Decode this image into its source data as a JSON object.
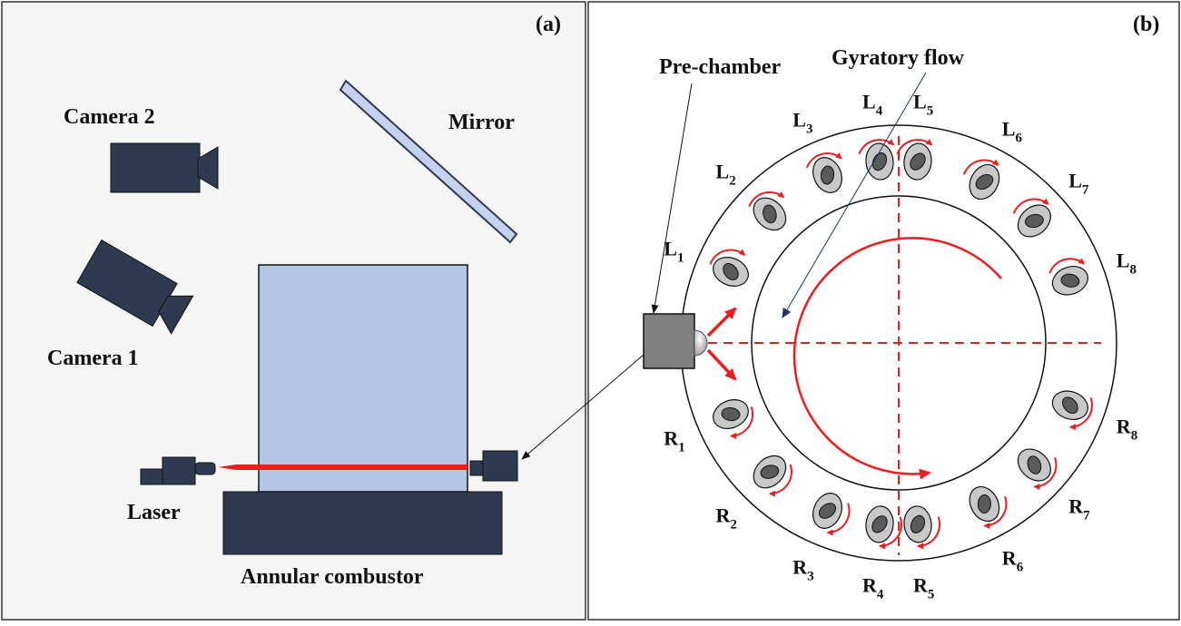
{
  "panel_a": {
    "tag": "(a)",
    "camera2_label": "Camera 2",
    "camera1_label": "Camera 1",
    "mirror_label": "Mirror",
    "laser_label": "Laser",
    "combustor_label": "Annular combustor"
  },
  "panel_b": {
    "tag": "(b)",
    "prechamber_label": "Pre-chamber",
    "flow_label": "Gyratory flow",
    "left_prefix": "L",
    "right_prefix": "R",
    "left_subs": [
      "1",
      "2",
      "3",
      "4",
      "5",
      "6",
      "7",
      "8"
    ],
    "right_subs": [
      "1",
      "2",
      "3",
      "4",
      "5",
      "6",
      "7",
      "8"
    ]
  },
  "colors": {
    "dark": "#2d3a4f",
    "combustor_fill": "#b4c6e6",
    "laser_beam": "#ee1c1c",
    "mirror_fill": "#c4d2ee",
    "prechamber_fill": "#808080",
    "swirler_fill": "#c8c8c8",
    "panel_bg": "#f5f5f5"
  }
}
